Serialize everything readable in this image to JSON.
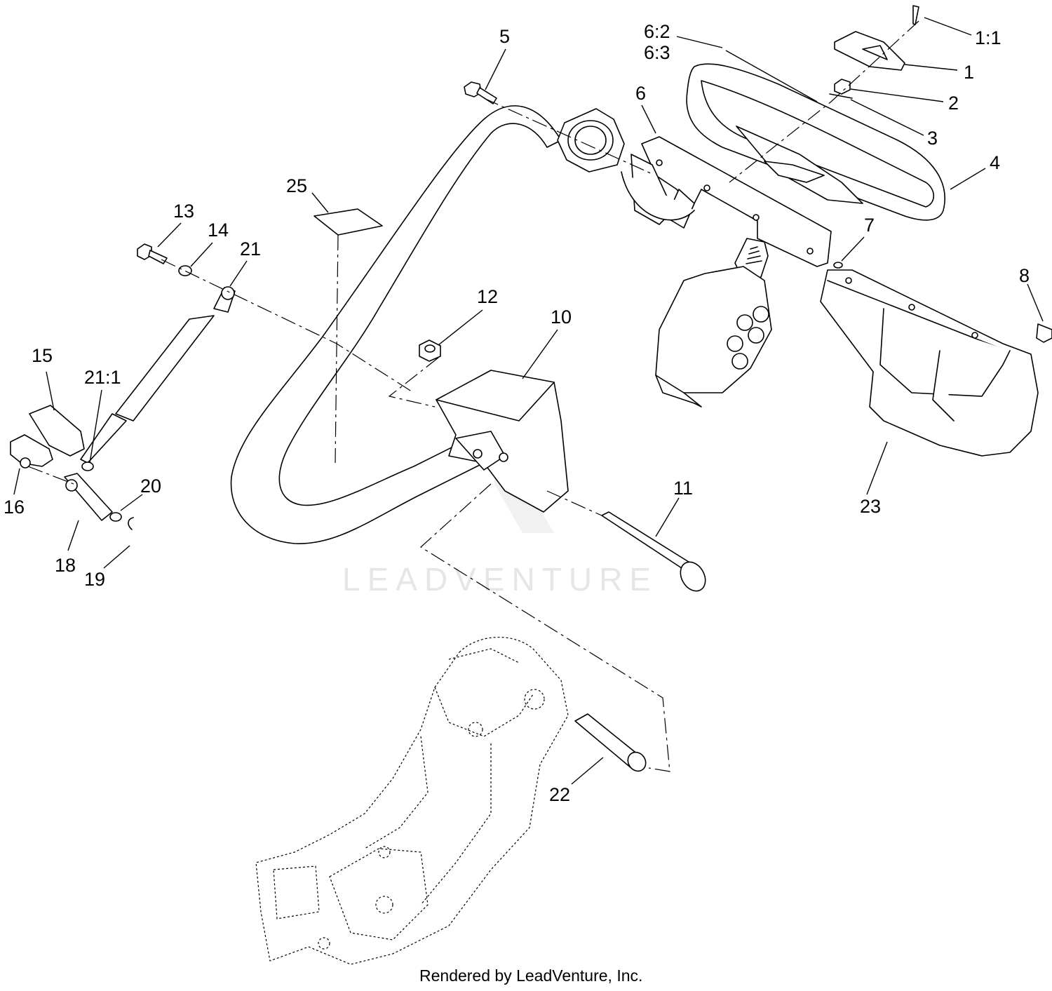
{
  "diagram": {
    "callouts": [
      {
        "id": "c-1-1",
        "text": "1:1"
      },
      {
        "id": "c-1",
        "text": "1"
      },
      {
        "id": "c-2",
        "text": "2"
      },
      {
        "id": "c-3",
        "text": "3"
      },
      {
        "id": "c-4",
        "text": "4"
      },
      {
        "id": "c-5",
        "text": "5"
      },
      {
        "id": "c-6-2",
        "text": "6:2"
      },
      {
        "id": "c-6-3",
        "text": "6:3"
      },
      {
        "id": "c-6",
        "text": "6"
      },
      {
        "id": "c-7",
        "text": "7"
      },
      {
        "id": "c-8",
        "text": "8"
      },
      {
        "id": "c-10",
        "text": "10"
      },
      {
        "id": "c-11",
        "text": "11"
      },
      {
        "id": "c-12",
        "text": "12"
      },
      {
        "id": "c-13",
        "text": "13"
      },
      {
        "id": "c-14",
        "text": "14"
      },
      {
        "id": "c-15",
        "text": "15"
      },
      {
        "id": "c-16",
        "text": "16"
      },
      {
        "id": "c-18",
        "text": "18"
      },
      {
        "id": "c-19",
        "text": "19"
      },
      {
        "id": "c-20",
        "text": "20"
      },
      {
        "id": "c-21",
        "text": "21"
      },
      {
        "id": "c-21-1",
        "text": "21:1"
      },
      {
        "id": "c-22",
        "text": "22"
      },
      {
        "id": "c-23",
        "text": "23"
      },
      {
        "id": "c-25",
        "text": "25"
      }
    ],
    "watermark": "LEADVENTURE",
    "footer": "Rendered by LeadVenture, Inc."
  }
}
